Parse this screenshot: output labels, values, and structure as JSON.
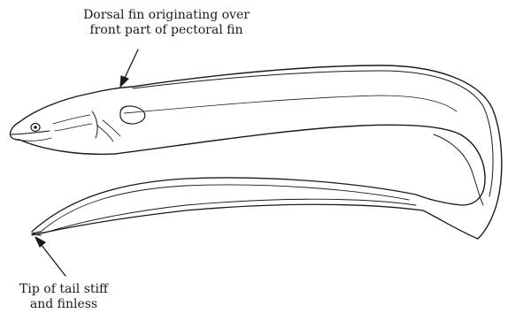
{
  "annotations": {
    "dorsal_fin": {
      "line1": "Dorsal fin originating over",
      "line2": "front part of pectoral fin"
    },
    "tail": {
      "line1": "Tip of tail stiff",
      "line2": "and finless"
    }
  },
  "colors": {
    "ink": "#1a1a1a",
    "background": "#ffffff"
  }
}
